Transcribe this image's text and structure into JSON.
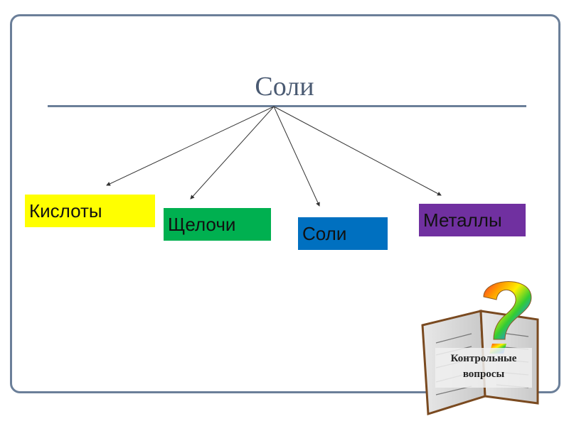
{
  "slide": {
    "title": "Соли",
    "branches": [
      {
        "label": "Кислоты",
        "color": "#ffff00"
      },
      {
        "label": "Щелочи",
        "color": "#00b050"
      },
      {
        "label": "Соли",
        "color": "#0070c0"
      },
      {
        "label": "Металлы",
        "color": "#7030a0"
      }
    ],
    "quiz_button": {
      "label_line1": "Контрольные",
      "label_line2": "вопросы",
      "icon": "question-book-icon"
    }
  }
}
